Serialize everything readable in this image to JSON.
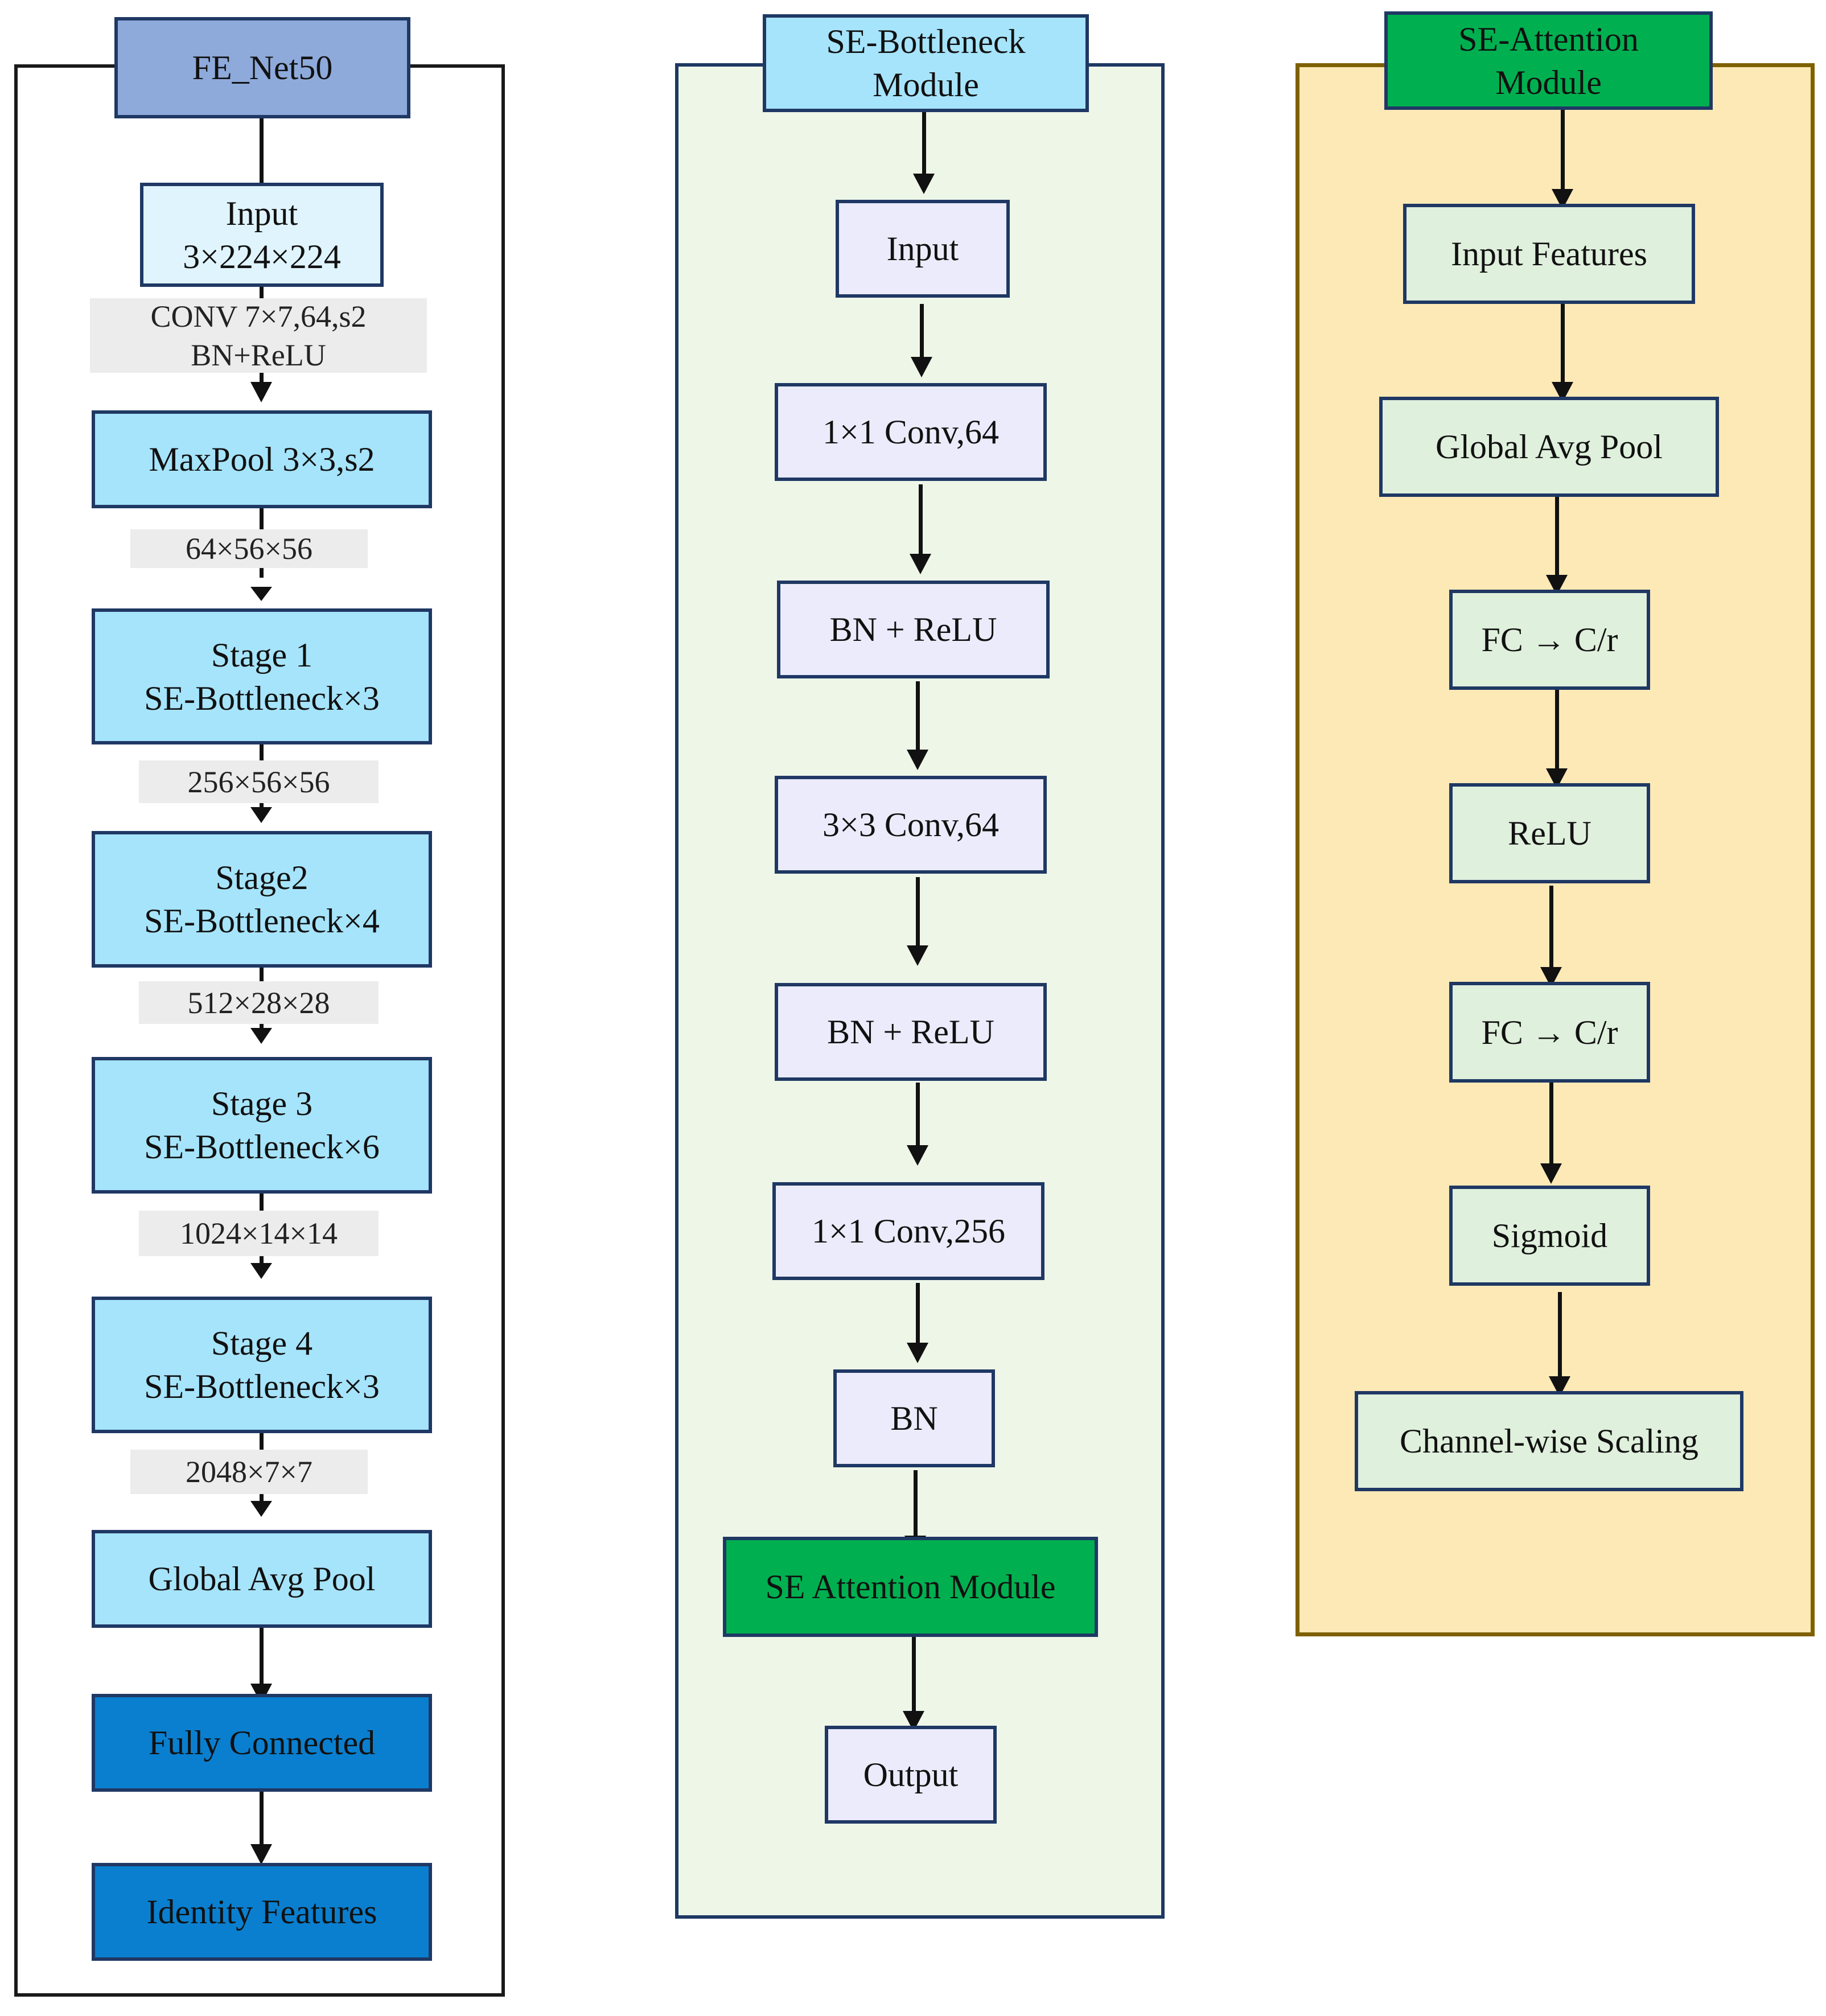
{
  "colors": {
    "fe_header": "#8eaadb",
    "light_blue": "#a6e4fb",
    "dark_blue": "#0a7fcf",
    "conn_label_bg": "#ececec",
    "se_panel_bg": "#eef6e8",
    "se_header": "#a6e4fb",
    "se_box": "#ecebfb",
    "green": "#00b050",
    "att_panel_bg": "#fde9b6",
    "att_panel_border": "#7f6000",
    "att_box": "#dff0dc",
    "border": "#1f3864"
  },
  "fe_net": {
    "title": "FE_Net50",
    "input": {
      "line1": "Input",
      "line2": "3×224×224"
    },
    "conv_label": {
      "line1": "CONV 7×7,64,s2",
      "line2": "BN+ReLU"
    },
    "maxpool": "MaxPool 3×3,s2",
    "dim1": "64×56×56",
    "stage1": {
      "line1": "Stage 1",
      "line2": "SE-Bottleneck×3"
    },
    "dim2": "256×56×56",
    "stage2": {
      "line1": "Stage2",
      "line2": "SE-Bottleneck×4"
    },
    "dim3": "512×28×28",
    "stage3": {
      "line1": "Stage 3",
      "line2": "SE-Bottleneck×6"
    },
    "dim4": "1024×14×14",
    "stage4": {
      "line1": "Stage 4",
      "line2": "SE-Bottleneck×3"
    },
    "dim5": "2048×7×7",
    "gap": "Global Avg Pool",
    "fc": "Fully Connected",
    "identity": "Identity Features"
  },
  "se_bottleneck": {
    "title": {
      "line1": "SE-Bottleneck",
      "line2": "Module"
    },
    "input": "Input",
    "conv1": "1×1 Conv,64",
    "bnrelu1": "BN + ReLU",
    "conv3": "3×3 Conv,64",
    "bnrelu2": "BN + ReLU",
    "conv256": "1×1 Conv,256",
    "bn": "BN",
    "se_attention": "SE Attention Module",
    "output": "Output"
  },
  "se_attention": {
    "title": {
      "line1": "SE-Attention",
      "line2": "Module"
    },
    "input_features": "Input Features",
    "gap": "Global Avg Pool",
    "fc1": "FC → C/r",
    "relu": "ReLU",
    "fc2": "FC → C/r",
    "sigmoid": "Sigmoid",
    "scaling": "Channel-wise Scaling"
  }
}
